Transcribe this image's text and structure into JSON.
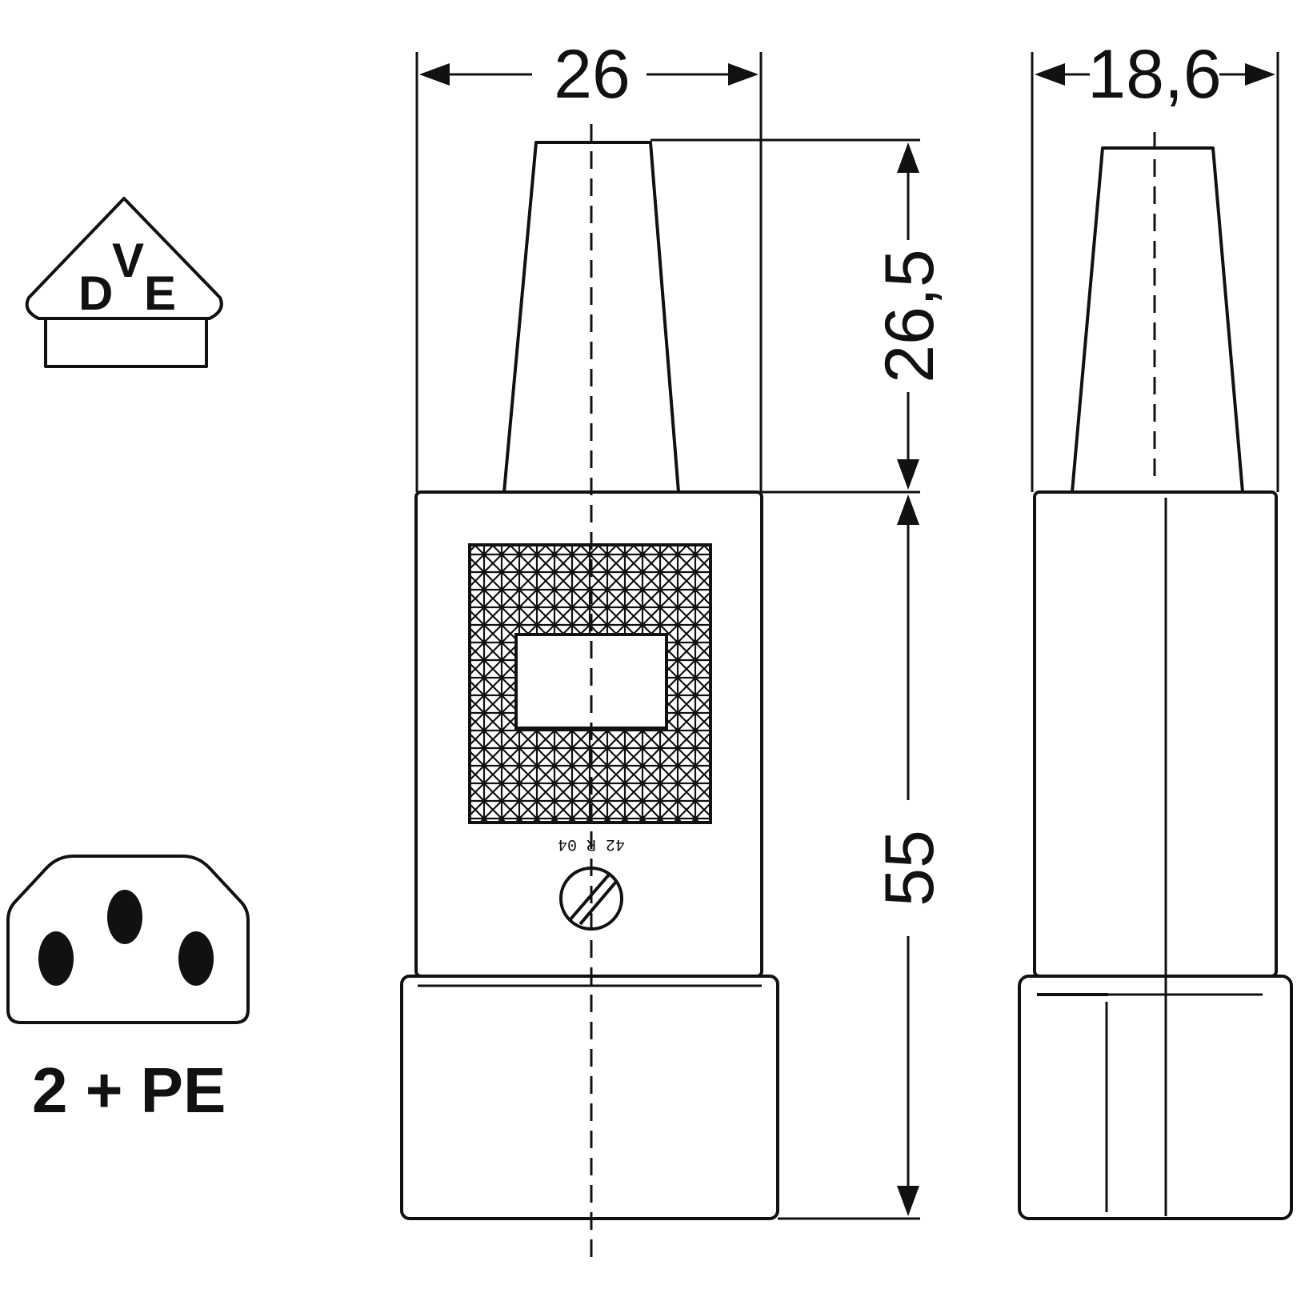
{
  "dimensions": {
    "width_front": "26",
    "width_side": "18,6",
    "height_grip": "26,5",
    "height_body": "55"
  },
  "vde_logo": {
    "letter_left": "D",
    "letter_top": "V",
    "letter_right": "E"
  },
  "pin_config_label": "2 + PE",
  "housing_marking": {
    "code": "42 R 04"
  },
  "colors": {
    "ink": "#111111",
    "background": "#ffffff"
  }
}
